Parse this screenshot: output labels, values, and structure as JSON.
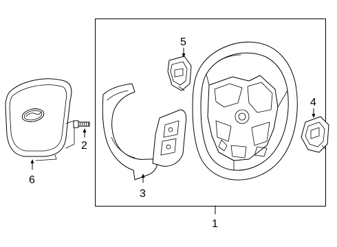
{
  "callouts": {
    "c1": "1",
    "c2": "2",
    "c3": "3",
    "c4": "4",
    "c5": "5",
    "c6": "6"
  },
  "logo_text": "Ford",
  "parts": [
    {
      "callout": "1",
      "part": "steering-wheel-assembly"
    },
    {
      "callout": "2",
      "part": "bolt"
    },
    {
      "callout": "3",
      "part": "trim-bezel"
    },
    {
      "callout": "4",
      "part": "right-switch"
    },
    {
      "callout": "5",
      "part": "left-switch"
    },
    {
      "callout": "6",
      "part": "driver-airbag"
    }
  ]
}
